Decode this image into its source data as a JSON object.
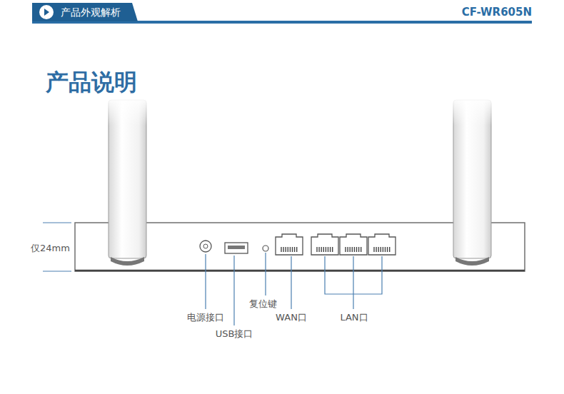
{
  "diagram": {
    "title": "产品说明",
    "nodes": [
      {
        "text": [
          "产品外观解析"
        ]
      }
    ],
    "labels": [
      "CF-WR605N",
      "仅24mm",
      "电源接口",
      "USB接口",
      "复位键",
      "WAN口",
      "LAN口"
    ]
  }
}
